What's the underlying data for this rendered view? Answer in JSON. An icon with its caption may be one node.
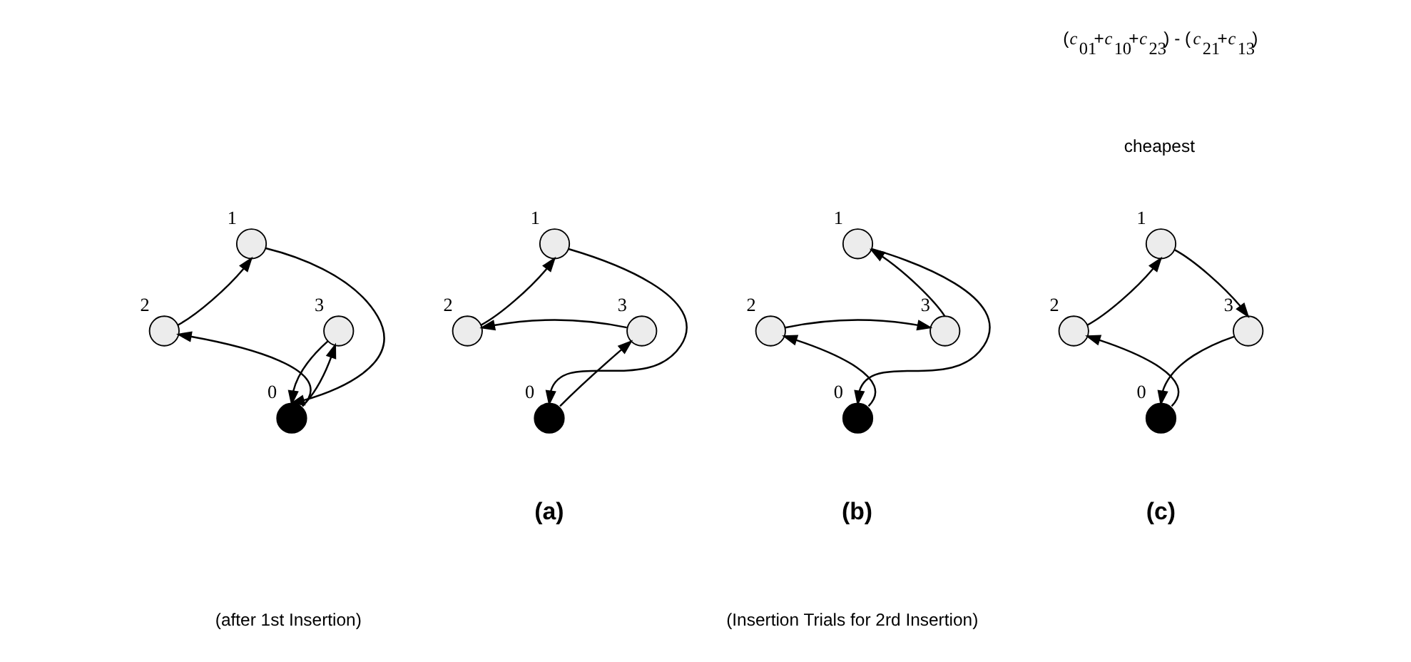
{
  "diagram": {
    "nodes": [
      {
        "text": [],
        "shape": "circle",
        "beside": [
          "1"
        ]
      },
      {
        "text": [],
        "shape": "circle",
        "beside": [
          "2"
        ]
      },
      {
        "text": [],
        "shape": "circle",
        "beside": [
          "3"
        ]
      },
      {
        "text": [],
        "shape": "circle",
        "beside": [
          "0"
        ]
      },
      {
        "text": [],
        "shape": "circle",
        "beside": [
          "1"
        ]
      },
      {
        "text": [],
        "shape": "circle",
        "beside": [
          "2"
        ]
      },
      {
        "text": [],
        "shape": "circle",
        "beside": [
          "3"
        ]
      },
      {
        "text": [],
        "shape": "circle",
        "beside": [
          "0"
        ]
      },
      {
        "text": [],
        "shape": "circle",
        "beside": [
          "1"
        ]
      },
      {
        "text": [],
        "shape": "circle",
        "beside": [
          "2"
        ]
      },
      {
        "text": [],
        "shape": "circle",
        "beside": [
          "3"
        ]
      },
      {
        "text": [],
        "shape": "circle",
        "beside": [
          "0"
        ]
      },
      {
        "text": [],
        "shape": "circle",
        "beside": [
          "1"
        ]
      },
      {
        "text": [],
        "shape": "circle",
        "beside": [
          "2"
        ]
      },
      {
        "text": [],
        "shape": "circle",
        "beside": [
          "3"
        ]
      },
      {
        "text": [],
        "shape": "circle",
        "beside": [
          "0"
        ]
      }
    ],
    "edges": [
      {
        "from": 1,
        "to": 0,
        "arrow": "to"
      },
      {
        "from": 0,
        "to": 3,
        "arrow": "to"
      },
      {
        "from": 3,
        "to": 1,
        "arrow": "to"
      },
      {
        "from": 3,
        "to": 2,
        "arrow": "to"
      },
      {
        "from": 2,
        "to": 3,
        "arrow": "to"
      },
      {
        "from": 5,
        "to": 4,
        "arrow": "to"
      },
      {
        "from": 4,
        "to": 7,
        "arrow": "to"
      },
      {
        "from": 6,
        "to": 5,
        "arrow": "to"
      },
      {
        "from": 7,
        "to": 6,
        "arrow": "to"
      },
      {
        "from": 10,
        "to": 8,
        "arrow": "to"
      },
      {
        "from": 8,
        "to": 11,
        "arrow": "to"
      },
      {
        "from": 9,
        "to": 10,
        "arrow": "to"
      },
      {
        "from": 11,
        "to": 9,
        "arrow": "to"
      },
      {
        "from": 13,
        "to": 12,
        "arrow": "to"
      },
      {
        "from": 12,
        "to": 14,
        "arrow": "to"
      },
      {
        "from": 14,
        "to": 15,
        "arrow": "to"
      },
      {
        "from": 15,
        "to": 13,
        "arrow": "to"
      }
    ],
    "labels": [
      "(*c*$_{01}$+*c*$_{10}$+*c*$_{23}$) - (*c*$_{21}$+*c*$_{13}$)",
      "cheapest",
      "(a)",
      "(b)",
      "(c)",
      "(after 1st Insertion)",
      "(Insertion Trials for 2rd Insertion)"
    ]
  }
}
